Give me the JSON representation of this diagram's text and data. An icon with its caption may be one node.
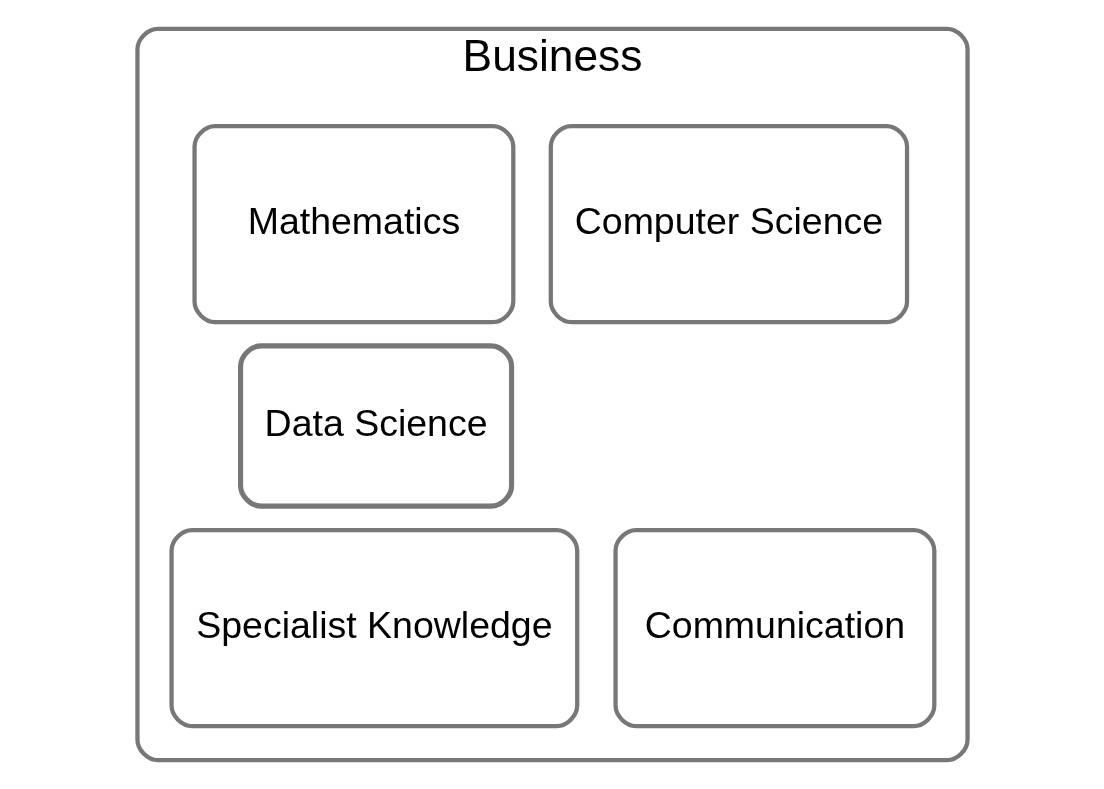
{
  "diagram": {
    "nodes": [
      {
        "text": [
          "Business"
        ]
      },
      {
        "text": [
          "Computer Science"
        ],
        "in": 0
      },
      {
        "text": [
          "Mathematics"
        ],
        "in": 0
      },
      {
        "text": [
          "Data Science"
        ],
        "in": 0
      },
      {
        "text": [
          "Specialist Knowledge"
        ],
        "in": 0
      },
      {
        "text": [
          "Communication"
        ],
        "in": 0
      }
    ]
  }
}
